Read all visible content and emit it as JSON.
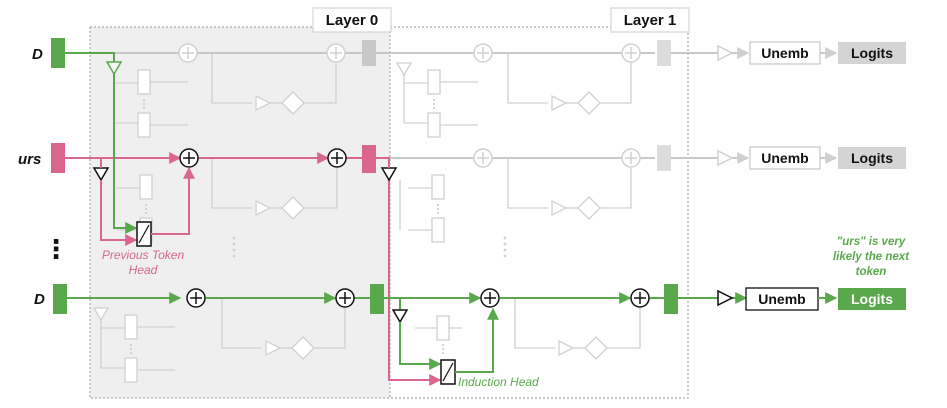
{
  "layers": {
    "layer0": "Layer 0",
    "layer1": "Layer 1"
  },
  "rows": [
    {
      "token": "D",
      "unemb": "Unemb",
      "logits": "Logits",
      "active": false
    },
    {
      "token": "urs",
      "unemb": "Unemb",
      "logits": "Logits",
      "active": false
    },
    {
      "token": "D",
      "unemb": "Unemb",
      "logits": "Logits",
      "active": true
    }
  ],
  "ellipsis": "⋮",
  "annotations": {
    "prev_token_head": [
      "Previous Token",
      "Head"
    ],
    "induction_head": "Induction Head",
    "prediction": [
      "\"urs\" is very",
      "likely the next",
      "token"
    ]
  },
  "colors": {
    "green": "#5aa84c",
    "pink": "#d8668e",
    "gray_line": "#c8c8c8",
    "gray_box": "#d4d4d4",
    "layer_bg": "#efefef"
  }
}
